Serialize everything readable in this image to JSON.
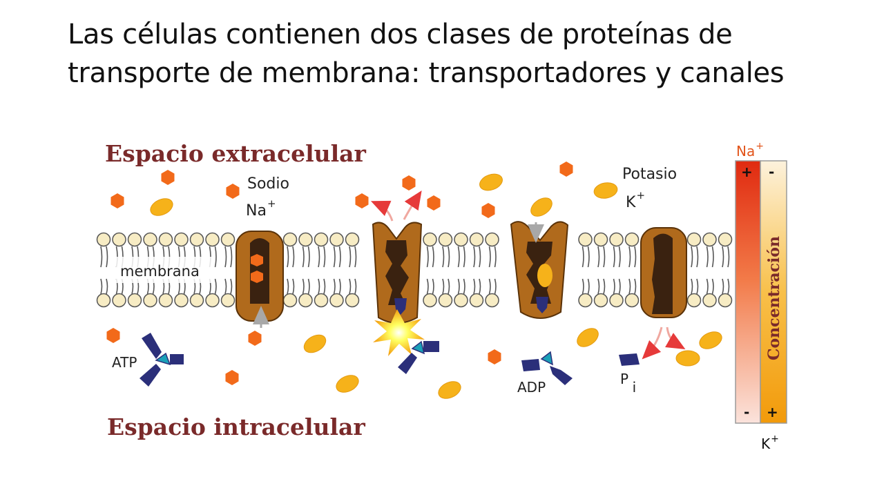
{
  "slide": {
    "title": "Las células contienen dos clases de proteínas de transporte de membrana: transportadores y canales"
  },
  "diagram": {
    "extracellular_label": "Espacio extracelular",
    "intracellular_label": "Espacio intracelular",
    "membrane_label": "membrana",
    "sodium_label": "Sodio",
    "sodium_symbol": "Na",
    "potassium_label": "Potasio",
    "potassium_symbol": "K",
    "charge_plus": "+",
    "atp_label": "ATP",
    "adp_label": "ADP",
    "pi_label": "P",
    "pi_subscript": "i",
    "concentration_label": "Concentración",
    "gradient_na_label": "Na",
    "gradient_k_label": "K",
    "gradient_plus": "+",
    "gradient_minus": "-"
  },
  "colors": {
    "title_red": "#7a2a2a",
    "sodium_ion": "#f26a1a",
    "potassium_ion": "#f6b21a",
    "protein": "#b06a1c",
    "protein_core": "#3a2210",
    "atp_blue": "#2b2f7a",
    "atp_teal": "#1aa0b8",
    "lipid_head": "#f7ecc4"
  }
}
